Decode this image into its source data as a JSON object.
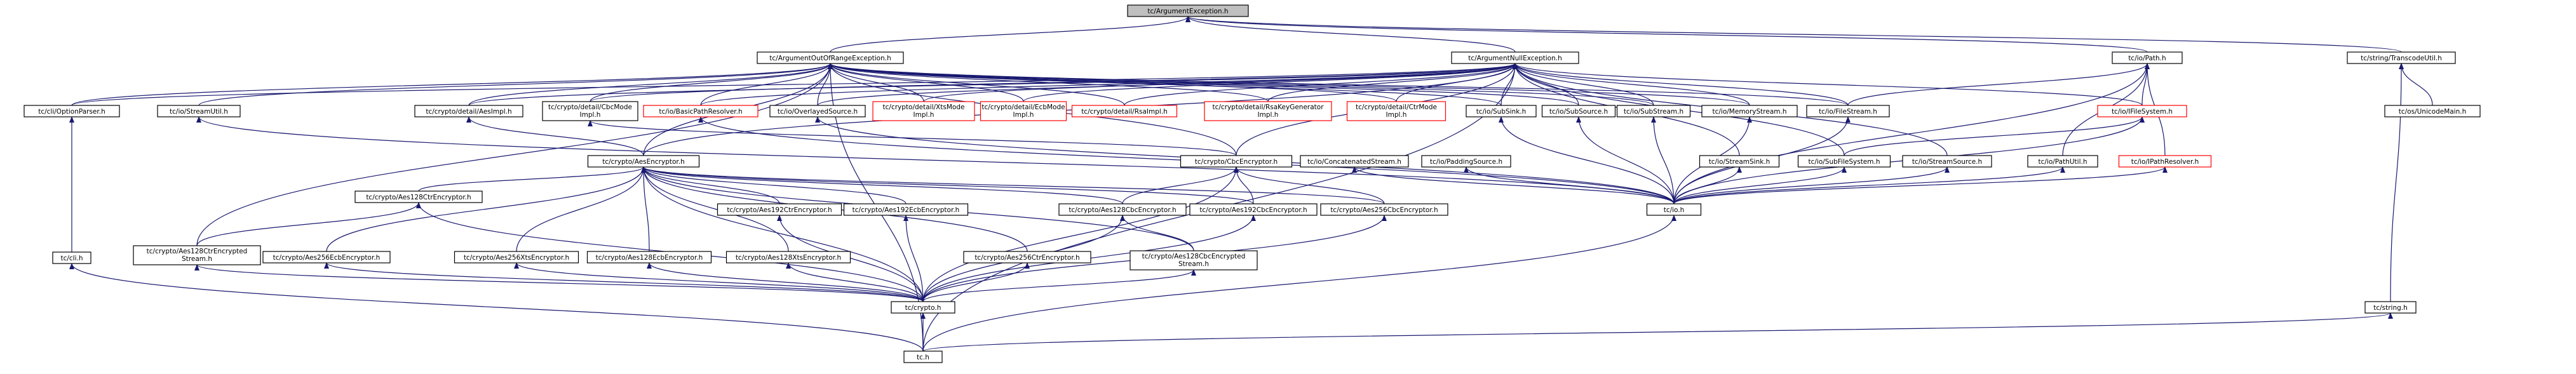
{
  "graph": {
    "nodes": {
      "tc_ArgumentException": [
        "tc/ArgumentException.h"
      ],
      "tc_ArgumentOutOfRangeException": [
        "tc/ArgumentOutOfRangeException.h"
      ],
      "tc_ArgumentNullException": [
        "tc/ArgumentNullException.h"
      ],
      "tc_io_Path": [
        "tc/io/Path.h"
      ],
      "tc_string_TranscodeUtil": [
        "tc/string/TranscodeUtil.h"
      ],
      "tc_cli_OptionParser": [
        "tc/cli/OptionParser.h"
      ],
      "tc_io_StreamUtil": [
        "tc/io/StreamUtil.h"
      ],
      "tc_crypto_detail_AesImpl": [
        "tc/crypto/detail/AesImpl.h"
      ],
      "tc_crypto_detail_CbcModeImpl": [
        "tc/crypto/detail/CbcMode",
        "Impl.h"
      ],
      "tc_io_BasicPathResolver": [
        "tc/io/BasicPathResolver.h"
      ],
      "tc_io_OverlayedSource": [
        "tc/io/OverlayedSource.h"
      ],
      "tc_crypto_detail_XtsModeImpl": [
        "tc/crypto/detail/XtsMode",
        "Impl.h"
      ],
      "tc_crypto_detail_EcbModeImpl": [
        "tc/crypto/detail/EcbMode",
        "Impl.h"
      ],
      "tc_crypto_detail_RsaImpl": [
        "tc/crypto/detail/RsaImpl.h"
      ],
      "tc_crypto_detail_RsaKeyGeneratorImpl": [
        "tc/crypto/detail/RsaKeyGenerator",
        "Impl.h"
      ],
      "tc_crypto_detail_CtrModeImpl": [
        "tc/crypto/detail/CtrMode",
        "Impl.h"
      ],
      "tc_io_SubSink": [
        "tc/io/SubSink.h"
      ],
      "tc_io_SubSource": [
        "tc/io/SubSource.h"
      ],
      "tc_io_SubStream": [
        "tc/io/SubStream.h"
      ],
      "tc_io_MemoryStream": [
        "tc/io/MemoryStream.h"
      ],
      "tc_io_FileStream": [
        "tc/io/FileStream.h"
      ],
      "tc_io_IFileSystem": [
        "tc/io/IFileSystem.h"
      ],
      "tc_os_UnicodeMain": [
        "tc/os/UnicodeMain.h"
      ],
      "tc_crypto_AesEncryptor": [
        "tc/crypto/AesEncryptor.h"
      ],
      "tc_crypto_CbcEncryptor": [
        "tc/crypto/CbcEncryptor.h"
      ],
      "tc_io_ConcatenatedStream": [
        "tc/io/ConcatenatedStream.h"
      ],
      "tc_io_PaddingSource": [
        "tc/io/PaddingSource.h"
      ],
      "tc_io_StreamSink": [
        "tc/io/StreamSink.h"
      ],
      "tc_io_SubFileSystem": [
        "tc/io/SubFileSystem.h"
      ],
      "tc_io_StreamSource": [
        "tc/io/StreamSource.h"
      ],
      "tc_io_PathUtil": [
        "tc/io/PathUtil.h"
      ],
      "tc_io_IPathResolver": [
        "tc/io/IPathResolver.h"
      ],
      "tc_crypto_Aes128CtrEncryptor": [
        "tc/crypto/Aes128CtrEncryptor.h"
      ],
      "tc_crypto_Aes192CtrEncryptor": [
        "tc/crypto/Aes192CtrEncryptor.h"
      ],
      "tc_crypto_Aes192EcbEncryptor": [
        "tc/crypto/Aes192EcbEncryptor.h"
      ],
      "tc_crypto_Aes128CbcEncryptor": [
        "tc/crypto/Aes128CbcEncryptor.h"
      ],
      "tc_crypto_Aes192CbcEncryptor": [
        "tc/crypto/Aes192CbcEncryptor.h"
      ],
      "tc_crypto_Aes256CbcEncryptor": [
        "tc/crypto/Aes256CbcEncryptor.h"
      ],
      "tc_io": [
        "tc/io.h"
      ],
      "tc_crypto_Aes128CtrEncryptedStream": [
        "tc/crypto/Aes128CtrEncrypted",
        "Stream.h"
      ],
      "tc_crypto_Aes256EcbEncryptor": [
        "tc/crypto/Aes256EcbEncryptor.h"
      ],
      "tc_crypto_Aes256XtsEncryptor": [
        "tc/crypto/Aes256XtsEncryptor.h"
      ],
      "tc_crypto_Aes128EcbEncryptor": [
        "tc/crypto/Aes128EcbEncryptor.h"
      ],
      "tc_crypto_Aes128XtsEncryptor": [
        "tc/crypto/Aes128XtsEncryptor.h"
      ],
      "tc_crypto_Aes256CtrEncryptor": [
        "tc/crypto/Aes256CtrEncryptor.h"
      ],
      "tc_crypto_Aes128CbcEncryptedStream": [
        "tc/crypto/Aes128CbcEncrypted",
        "Stream.h"
      ],
      "tc_cli": [
        "tc/cli.h"
      ],
      "tc_crypto": [
        "tc/crypto.h"
      ],
      "tc_string": [
        "tc/string.h"
      ],
      "tc": [
        "tc.h"
      ]
    },
    "root": "tc_ArgumentException",
    "red_bordered": [
      "tc_io_BasicPathResolver",
      "tc_crypto_detail_XtsModeImpl",
      "tc_crypto_detail_EcbModeImpl",
      "tc_crypto_detail_RsaImpl",
      "tc_crypto_detail_RsaKeyGeneratorImpl",
      "tc_crypto_detail_CtrModeImpl",
      "tc_io_IFileSystem",
      "tc_io_IPathResolver"
    ],
    "edges": [
      [
        "tc_ArgumentOutOfRangeException",
        "tc_ArgumentException"
      ],
      [
        "tc_ArgumentNullException",
        "tc_ArgumentException"
      ],
      [
        "tc_io_Path",
        "tc_ArgumentException"
      ],
      [
        "tc_string_TranscodeUtil",
        "tc_ArgumentException"
      ],
      [
        "tc_cli_OptionParser",
        "tc_ArgumentOutOfRangeException"
      ],
      [
        "tc_io_StreamUtil",
        "tc_ArgumentOutOfRangeException"
      ],
      [
        "tc_crypto_detail_AesImpl",
        "tc_ArgumentOutOfRangeException"
      ],
      [
        "tc_crypto_detail_CbcModeImpl",
        "tc_ArgumentOutOfRangeException"
      ],
      [
        "tc_io_BasicPathResolver",
        "tc_ArgumentOutOfRangeException"
      ],
      [
        "tc_io_OverlayedSource",
        "tc_ArgumentOutOfRangeException"
      ],
      [
        "tc_crypto_detail_XtsModeImpl",
        "tc_ArgumentOutOfRangeException"
      ],
      [
        "tc_crypto_detail_EcbModeImpl",
        "tc_ArgumentOutOfRangeException"
      ],
      [
        "tc_crypto_detail_RsaImpl",
        "tc_ArgumentOutOfRangeException"
      ],
      [
        "tc_crypto_detail_RsaKeyGeneratorImpl",
        "tc_ArgumentOutOfRangeException"
      ],
      [
        "tc_crypto_detail_CtrModeImpl",
        "tc_ArgumentOutOfRangeException"
      ],
      [
        "tc_io_SubSink",
        "tc_ArgumentOutOfRangeException"
      ],
      [
        "tc_io_SubSource",
        "tc_ArgumentOutOfRangeException"
      ],
      [
        "tc_io_SubStream",
        "tc_ArgumentOutOfRangeException"
      ],
      [
        "tc_io_MemoryStream",
        "tc_ArgumentOutOfRangeException"
      ],
      [
        "tc_io_FileStream",
        "tc_ArgumentOutOfRangeException"
      ],
      [
        "tc_crypto_AesEncryptor",
        "tc_ArgumentOutOfRangeException"
      ],
      [
        "tc_crypto_CbcEncryptor",
        "tc_ArgumentOutOfRangeException"
      ],
      [
        "tc_crypto_Aes128CtrEncryptedStream",
        "tc_ArgumentOutOfRangeException"
      ],
      [
        "tc",
        "tc_ArgumentOutOfRangeException"
      ],
      [
        "tc_cli_OptionParser",
        "tc_ArgumentNullException"
      ],
      [
        "tc_crypto_detail_AesImpl",
        "tc_ArgumentNullException"
      ],
      [
        "tc_crypto_detail_CbcModeImpl",
        "tc_ArgumentNullException"
      ],
      [
        "tc_io_BasicPathResolver",
        "tc_ArgumentNullException"
      ],
      [
        "tc_io_OverlayedSource",
        "tc_ArgumentNullException"
      ],
      [
        "tc_crypto_detail_XtsModeImpl",
        "tc_ArgumentNullException"
      ],
      [
        "tc_crypto_detail_EcbModeImpl",
        "tc_ArgumentNullException"
      ],
      [
        "tc_crypto_detail_RsaImpl",
        "tc_ArgumentNullException"
      ],
      [
        "tc_crypto_detail_RsaKeyGeneratorImpl",
        "tc_ArgumentNullException"
      ],
      [
        "tc_crypto_detail_CtrModeImpl",
        "tc_ArgumentNullException"
      ],
      [
        "tc_io_SubSink",
        "tc_ArgumentNullException"
      ],
      [
        "tc_io_SubSource",
        "tc_ArgumentNullException"
      ],
      [
        "tc_io_SubStream",
        "tc_ArgumentNullException"
      ],
      [
        "tc_io_MemoryStream",
        "tc_ArgumentNullException"
      ],
      [
        "tc_io_FileStream",
        "tc_ArgumentNullException"
      ],
      [
        "tc_io_IFileSystem",
        "tc_ArgumentNullException"
      ],
      [
        "tc_crypto_AesEncryptor",
        "tc_ArgumentNullException"
      ],
      [
        "tc_crypto_CbcEncryptor",
        "tc_ArgumentNullException"
      ],
      [
        "tc_io_StreamSink",
        "tc_ArgumentNullException"
      ],
      [
        "tc_io_SubFileSystem",
        "tc_ArgumentNullException"
      ],
      [
        "tc_io_StreamSource",
        "tc_ArgumentNullException"
      ],
      [
        "tc",
        "tc_ArgumentNullException"
      ],
      [
        "tc_io_FileStream",
        "tc_io_Path"
      ],
      [
        "tc_io_IFileSystem",
        "tc_io_Path"
      ],
      [
        "tc_io_PathUtil",
        "tc_io_Path"
      ],
      [
        "tc_io_IPathResolver",
        "tc_io_Path"
      ],
      [
        "tc_io",
        "tc_io_Path"
      ],
      [
        "tc_os_UnicodeMain",
        "tc_string_TranscodeUtil"
      ],
      [
        "tc_string",
        "tc_string_TranscodeUtil"
      ],
      [
        "tc_cli",
        "tc_cli_OptionParser"
      ],
      [
        "tc_io",
        "tc_io_StreamUtil"
      ],
      [
        "tc_crypto_AesEncryptor",
        "tc_crypto_detail_AesImpl"
      ],
      [
        "tc_crypto_CbcEncryptor",
        "tc_crypto_detail_CbcModeImpl"
      ],
      [
        "tc_io",
        "tc_io_BasicPathResolver"
      ],
      [
        "tc_io",
        "tc_io_OverlayedSource"
      ],
      [
        "tc_io",
        "tc_io_SubSink"
      ],
      [
        "tc_io",
        "tc_io_SubSource"
      ],
      [
        "tc_io",
        "tc_io_SubStream"
      ],
      [
        "tc_io",
        "tc_io_MemoryStream"
      ],
      [
        "tc_io",
        "tc_io_FileStream"
      ],
      [
        "tc_io_SubFileSystem",
        "tc_io_IFileSystem"
      ],
      [
        "tc_io",
        "tc_io_IFileSystem"
      ],
      [
        "tc_io",
        "tc_io_ConcatenatedStream"
      ],
      [
        "tc_io",
        "tc_io_PaddingSource"
      ],
      [
        "tc_io",
        "tc_io_StreamSink"
      ],
      [
        "tc_io",
        "tc_io_SubFileSystem"
      ],
      [
        "tc_io",
        "tc_io_StreamSource"
      ],
      [
        "tc_io",
        "tc_io_PathUtil"
      ],
      [
        "tc_io",
        "tc_io_IPathResolver"
      ],
      [
        "tc_crypto_Aes128CtrEncryptor",
        "tc_crypto_AesEncryptor"
      ],
      [
        "tc_crypto_Aes192CtrEncryptor",
        "tc_crypto_AesEncryptor"
      ],
      [
        "tc_crypto_Aes192EcbEncryptor",
        "tc_crypto_AesEncryptor"
      ],
      [
        "tc_crypto_Aes128CbcEncryptor",
        "tc_crypto_AesEncryptor"
      ],
      [
        "tc_crypto_Aes192CbcEncryptor",
        "tc_crypto_AesEncryptor"
      ],
      [
        "tc_crypto_Aes256CbcEncryptor",
        "tc_crypto_AesEncryptor"
      ],
      [
        "tc_crypto_Aes256EcbEncryptor",
        "tc_crypto_AesEncryptor"
      ],
      [
        "tc_crypto_Aes256XtsEncryptor",
        "tc_crypto_AesEncryptor"
      ],
      [
        "tc_crypto_Aes128EcbEncryptor",
        "tc_crypto_AesEncryptor"
      ],
      [
        "tc_crypto_Aes128XtsEncryptor",
        "tc_crypto_AesEncryptor"
      ],
      [
        "tc_crypto_Aes256CtrEncryptor",
        "tc_crypto_AesEncryptor"
      ],
      [
        "tc_crypto_Aes128CbcEncryptedStream",
        "tc_crypto_AesEncryptor"
      ],
      [
        "tc_crypto",
        "tc_crypto_AesEncryptor"
      ],
      [
        "tc_crypto_Aes128CbcEncryptor",
        "tc_crypto_CbcEncryptor"
      ],
      [
        "tc_crypto_Aes192CbcEncryptor",
        "tc_crypto_CbcEncryptor"
      ],
      [
        "tc_crypto_Aes256CbcEncryptor",
        "tc_crypto_CbcEncryptor"
      ],
      [
        "tc_crypto",
        "tc_crypto_CbcEncryptor"
      ],
      [
        "tc_crypto_Aes128CtrEncryptedStream",
        "tc_crypto_Aes128CtrEncryptor"
      ],
      [
        "tc_crypto",
        "tc_crypto_Aes128CtrEncryptor"
      ],
      [
        "tc_crypto",
        "tc_crypto_Aes192CtrEncryptor"
      ],
      [
        "tc_crypto",
        "tc_crypto_Aes192EcbEncryptor"
      ],
      [
        "tc_crypto_Aes128CbcEncryptedStream",
        "tc_crypto_Aes128CbcEncryptor"
      ],
      [
        "tc_crypto",
        "tc_crypto_Aes128CbcEncryptor"
      ],
      [
        "tc_crypto",
        "tc_crypto_Aes192CbcEncryptor"
      ],
      [
        "tc_crypto",
        "tc_crypto_Aes256CbcEncryptor"
      ],
      [
        "tc",
        "tc_io"
      ],
      [
        "tc_crypto",
        "tc_crypto_Aes128CtrEncryptedStream"
      ],
      [
        "tc_crypto",
        "tc_crypto_Aes256EcbEncryptor"
      ],
      [
        "tc_crypto",
        "tc_crypto_Aes256XtsEncryptor"
      ],
      [
        "tc_crypto",
        "tc_crypto_Aes128EcbEncryptor"
      ],
      [
        "tc_crypto",
        "tc_crypto_Aes128XtsEncryptor"
      ],
      [
        "tc_crypto",
        "tc_crypto_Aes256CtrEncryptor"
      ],
      [
        "tc_crypto",
        "tc_crypto_Aes128CbcEncryptedStream"
      ],
      [
        "tc",
        "tc_cli"
      ],
      [
        "tc",
        "tc_crypto"
      ],
      [
        "tc",
        "tc_string"
      ]
    ]
  }
}
